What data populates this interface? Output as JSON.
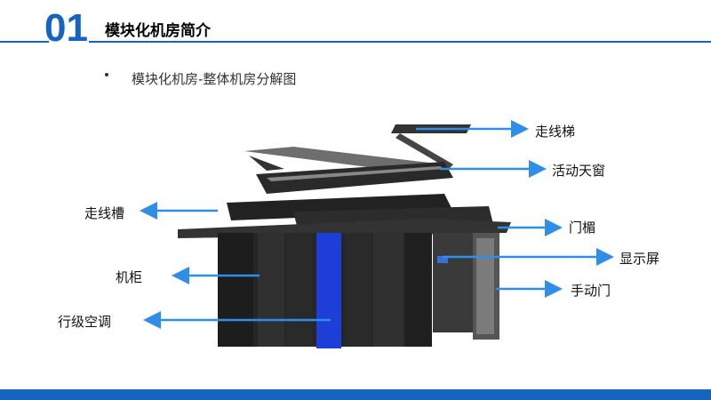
{
  "header": {
    "section_number": "01",
    "section_title": "模块化机房简介"
  },
  "bullet": {
    "text": "模块化机房-整体机房分解图"
  },
  "labels": {
    "cable_ladder": "走线梯",
    "skylight": "活动天窗",
    "cable_trough": "走线槽",
    "door_lintel": "门楣",
    "display": "显示屏",
    "cabinet": "机柜",
    "manual_door": "手动门",
    "inrow_ac": "行级空调"
  },
  "colors": {
    "accent": "#1565c0",
    "arrow": "#2f8fe8",
    "rack": "#2a2a2a",
    "rack_panel": "#1f3dd6"
  }
}
